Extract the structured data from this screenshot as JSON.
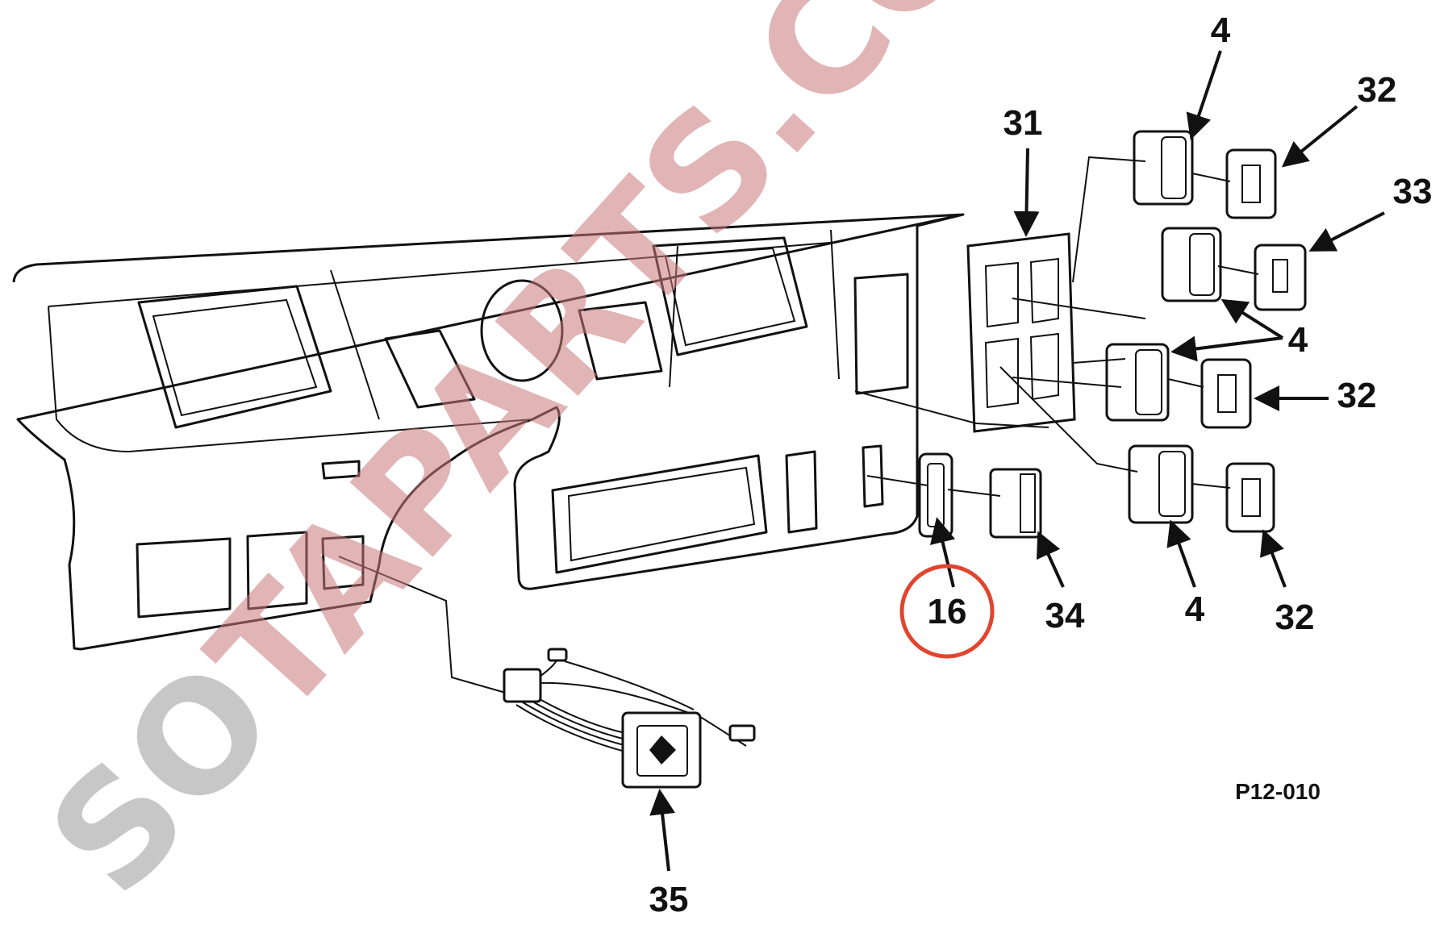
{
  "diagram": {
    "drawing_code": "P12-010",
    "highlighted_callout": "16",
    "highlight_color": "#e2442f",
    "callouts": {
      "c4_top": "4",
      "c32_top": "32",
      "c31": "31",
      "c33": "33",
      "c4_mid": "4",
      "c32_mid": "32",
      "c16": "16",
      "c34": "34",
      "c4_bottom": "4",
      "c32_bottom": "32",
      "c35": "35"
    }
  },
  "watermark": {
    "part1": "SO",
    "part2": "TAPARTS.COM",
    "color1": "#9a9a9a",
    "color2": "#c9787a"
  }
}
